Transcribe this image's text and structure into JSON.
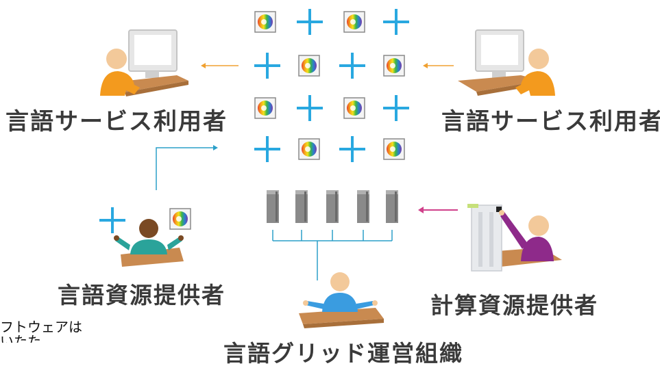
{
  "labels": {
    "user_left": "言語サービス利用者",
    "user_right": "言語サービス利用者",
    "language_provider": "言語資源提供者",
    "compute_provider": "計算資源提供者",
    "operator": "言語グリッド運営組織"
  },
  "snippet": {
    "line1": "フトウェアは",
    "line2": "いたた"
  },
  "icons": {
    "service": "rainbow-disc-service-icon",
    "plus": "plus-icon",
    "server": "server-tower-icon",
    "person": "person-icon",
    "computer": "computer-monitor-icon"
  },
  "colors": {
    "plus": "#29a8e0",
    "connector": "#2a9fc9",
    "arrow": "#f0a030",
    "arrow_pink": "#d0408a",
    "person_left": "#f39a1e",
    "person_lang": "#2aa39a",
    "person_operator": "#3a9ce0",
    "person_compute": "#8e2a8a",
    "desk": "#c98a50",
    "label_text": "#3a3a3a"
  }
}
